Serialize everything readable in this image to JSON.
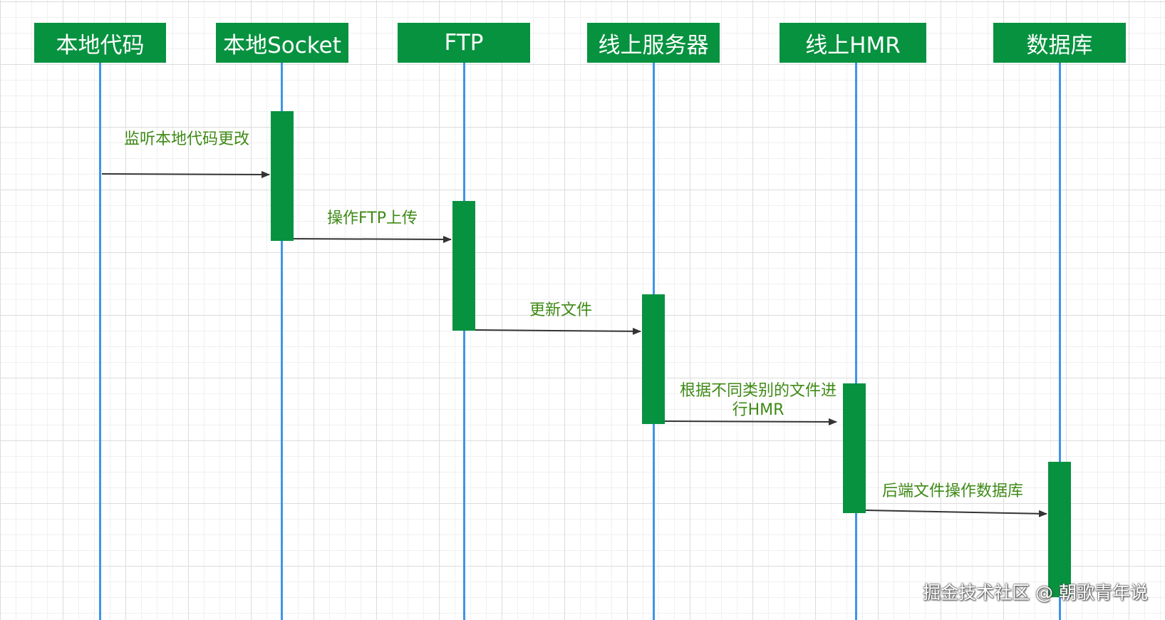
{
  "diagram": {
    "actors": [
      {
        "id": "local_code",
        "label": "本地代码"
      },
      {
        "id": "local_socket",
        "label": "本地Socket"
      },
      {
        "id": "ftp",
        "label": "FTP"
      },
      {
        "id": "online_server",
        "label": "线上服务器"
      },
      {
        "id": "online_hmr",
        "label": "线上HMR"
      },
      {
        "id": "database",
        "label": "数据库"
      }
    ],
    "messages": [
      {
        "from": "local_code",
        "to": "local_socket",
        "label": "监听本地代码更改"
      },
      {
        "from": "local_socket",
        "to": "ftp",
        "label": "操作FTP上传"
      },
      {
        "from": "ftp",
        "to": "online_server",
        "label": "更新文件"
      },
      {
        "from": "online_server",
        "to": "online_hmr",
        "label_line1": "根据不同类别的文件进",
        "label_line2": "行HMR"
      },
      {
        "from": "online_hmr",
        "to": "database",
        "label": "后端文件操作数据库"
      }
    ],
    "colors": {
      "actor_fill": "#07923f",
      "lifeline": "#3e95e8",
      "label_text": "#3f8a16",
      "arrow": "#333333"
    }
  },
  "watermark": "掘金技术社区 @ 朝歌青年说"
}
